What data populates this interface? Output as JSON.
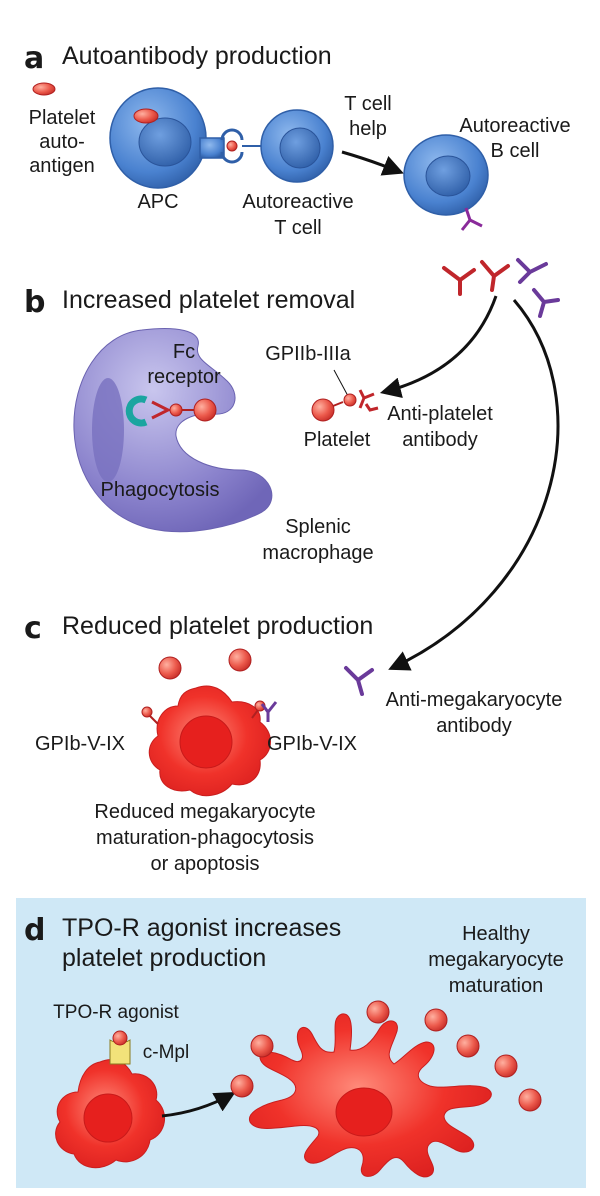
{
  "panel_a": {
    "letter": "a",
    "title": "Autoantibody production",
    "platelet_autoantigen": [
      "Platelet",
      "auto-",
      "antigen"
    ],
    "apc": "APC",
    "t_cell": [
      "Autoreactive",
      "T cell"
    ],
    "t_cell_help": [
      "T cell",
      "help"
    ],
    "b_cell": [
      "Autoreactive",
      "B cell"
    ]
  },
  "panel_b": {
    "letter": "b",
    "title": "Increased platelet removal",
    "fc_receptor": [
      "Fc",
      "receptor"
    ],
    "phagocytosis": "Phagocytosis",
    "gpiib_iiia": "GPIIb-IIIa",
    "platelet": "Platelet",
    "anti_platelet_antibody": [
      "Anti-platelet",
      "antibody"
    ],
    "splenic_macrophage": [
      "Splenic",
      "macrophage"
    ]
  },
  "panel_c": {
    "letter": "c",
    "title": "Reduced platelet production",
    "gpib_left": "GPIb-V-IX",
    "gpib_right": "GPIb-V-IX",
    "anti_megakaryocyte_antibody": [
      "Anti-megakaryocyte",
      "antibody"
    ],
    "reduced_text": [
      "Reduced megakaryocyte",
      "maturation-phagocytosis",
      "or apoptosis"
    ]
  },
  "panel_d": {
    "letter": "d",
    "title": [
      "TPO-R agonist increases",
      "platelet production"
    ],
    "healthy": [
      "Healthy",
      "megakaryocyte",
      "maturation"
    ],
    "tpo_r_agonist": "TPO-R agonist",
    "c_mpl": "c-Mpl"
  },
  "colors": {
    "cell_blue": "#4a82d0",
    "cell_blue_dark": "#2f5fa8",
    "platelet_red": "#e8504a",
    "antibody_red": "#c0262b",
    "antibody_purple": "#6a3a9a",
    "macrophage_purple": "#8a82cc",
    "panel_d_bg": "#cfe8f6",
    "fc_teal": "#1ba5a0",
    "cmpl_yellow": "#f2e27a"
  }
}
